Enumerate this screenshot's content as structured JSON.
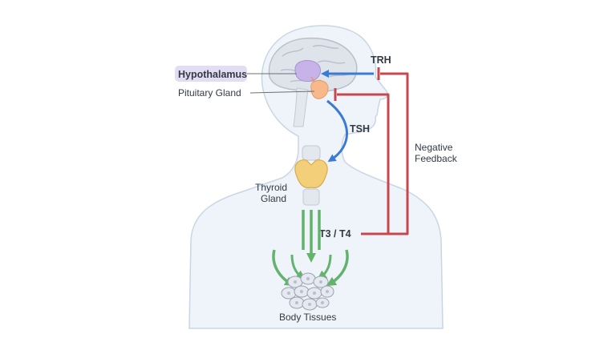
{
  "labels": {
    "hypothalamus": "Hypothalamus",
    "pituitary": "Pituitary Gland",
    "thyroid_line1": "Thyroid",
    "thyroid_line2": "Gland",
    "trh": "TRH",
    "tsh": "TSH",
    "t3t4": "T3 / T4",
    "feedback_line1": "Negative",
    "feedback_line2": "Feedback",
    "tissues": "Body Tissues"
  },
  "colors": {
    "stimulatory_arrow": "#3a7bd5",
    "feedback_line": "#c8474f",
    "hormone_flow": "#63b36c",
    "hypothalamus": "#c7b3e8",
    "pituitary": "#f7b98a",
    "thyroid": "#f3cf7a",
    "body_fill": "#eef4fa",
    "body_stroke": "#c9d6e3",
    "hypothalamus_label_bg": "#e3ddf3"
  },
  "icons": {
    "tissue_cells": "cell-cluster-icon",
    "brain": "brain-icon",
    "thyroid": "thyroid-icon"
  }
}
